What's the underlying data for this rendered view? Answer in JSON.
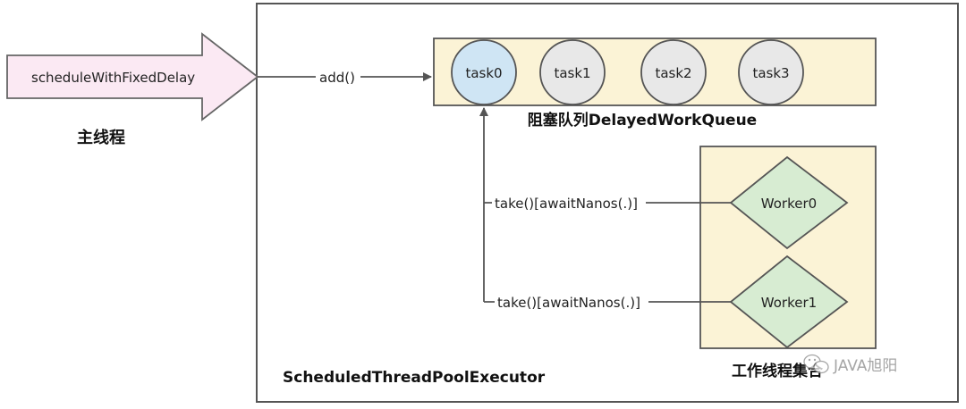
{
  "main_thread": {
    "arrow_label": "scheduleWithFixedDelay",
    "caption": "主线程"
  },
  "executor": {
    "title": "ScheduledThreadPoolExecutor",
    "add_label": "add()"
  },
  "queue": {
    "caption": "阻塞队列DelayedWorkQueue",
    "tasks": [
      "task0",
      "task1",
      "task2",
      "task3"
    ]
  },
  "workers": {
    "caption": "工作线程集合",
    "items": [
      "Worker0",
      "Worker1"
    ],
    "take_labels": [
      "take()[awaitNanos(.)]",
      "take()[awaitNanos(.)]"
    ]
  },
  "watermark": {
    "text": "JAVA旭阳"
  },
  "colors": {
    "main_arrow_fill": "#fbe9f3",
    "queue_fill": "#fbf3d6",
    "pool_fill": "#fbf3d6",
    "task_active_fill": "#cfe5f4",
    "task_idle_fill": "#e8e8e8",
    "worker_fill": "#d7ecd2",
    "line": "#555555"
  }
}
